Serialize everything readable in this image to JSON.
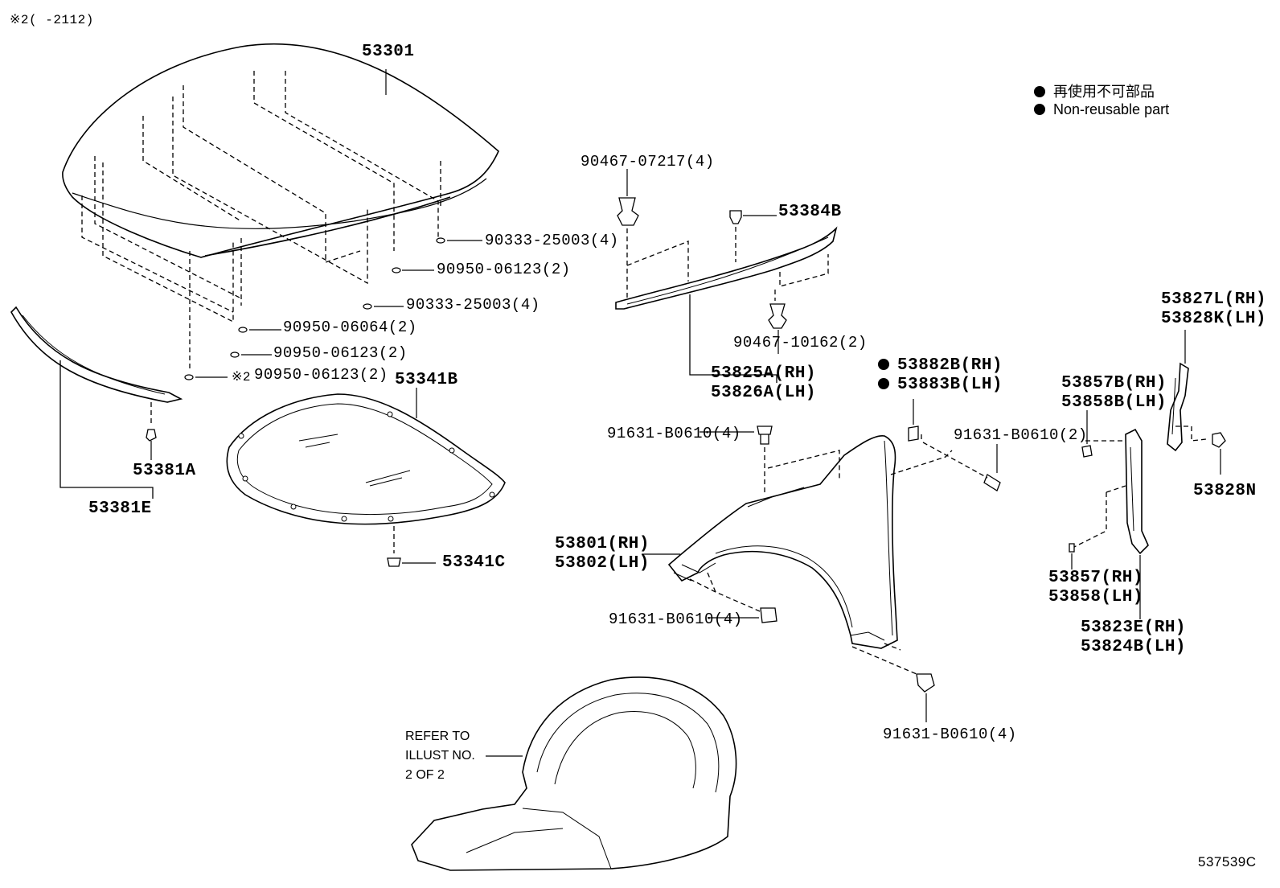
{
  "header_note": "※2(    -2112)",
  "figure_code": "537539C",
  "legend": [
    {
      "symbol": "dot-icon",
      "text": "再使用不可部品"
    },
    {
      "symbol": "dot-icon",
      "text": "Non-reusable part"
    }
  ],
  "refer_note": [
    "REFER TO",
    "ILLUST NO.",
    "2 OF 2"
  ],
  "parts": {
    "hood": "53301",
    "p_90333_a": "90333-25003(4)",
    "p_90950_a": "90950-06123(2)",
    "p_90333_b": "90333-25003(4)",
    "p_90950_b": "90950-06064(2)",
    "p_90950_c": "90950-06123(2)",
    "p_90950_d_mark": "※2",
    "p_90950_d": "90950-06123(2)",
    "seal_clip": "53381A",
    "seal": "53381E",
    "insulator": "53341B",
    "insulator_clip": "53341C",
    "clip_07217": "90467-07217(4)",
    "clip_53384b": "53384B",
    "clip_10162": "90467-10162(2)",
    "seal_rh": "53825A(RH)",
    "seal_lh": "53826A(LH)",
    "bolt_fender_top": "91631-B0610(4)",
    "bracket_rh": "53882B(RH)",
    "bracket_lh": "53883B(LH)",
    "bolt_fender_rear": "91631-B0610(2)",
    "fender_rh": "53801(RH)",
    "fender_lh": "53802(LH)",
    "bolt_fender_front": "91631-B0610(4)",
    "bolt_fender_bottom": "91631-B0610(4)",
    "cushion_rh_b": "53857B(RH)",
    "cushion_lh_b": "53858B(LH)",
    "cushion_rh": "53857(RH)",
    "cushion_lh": "53858(LH)",
    "upper_seal_rh": "53827L(RH)",
    "upper_seal_lh": "53828K(LH)",
    "clip_53828n": "53828N",
    "rear_seal_rh": "53823E(RH)",
    "rear_seal_lh": "53824B(LH)"
  }
}
